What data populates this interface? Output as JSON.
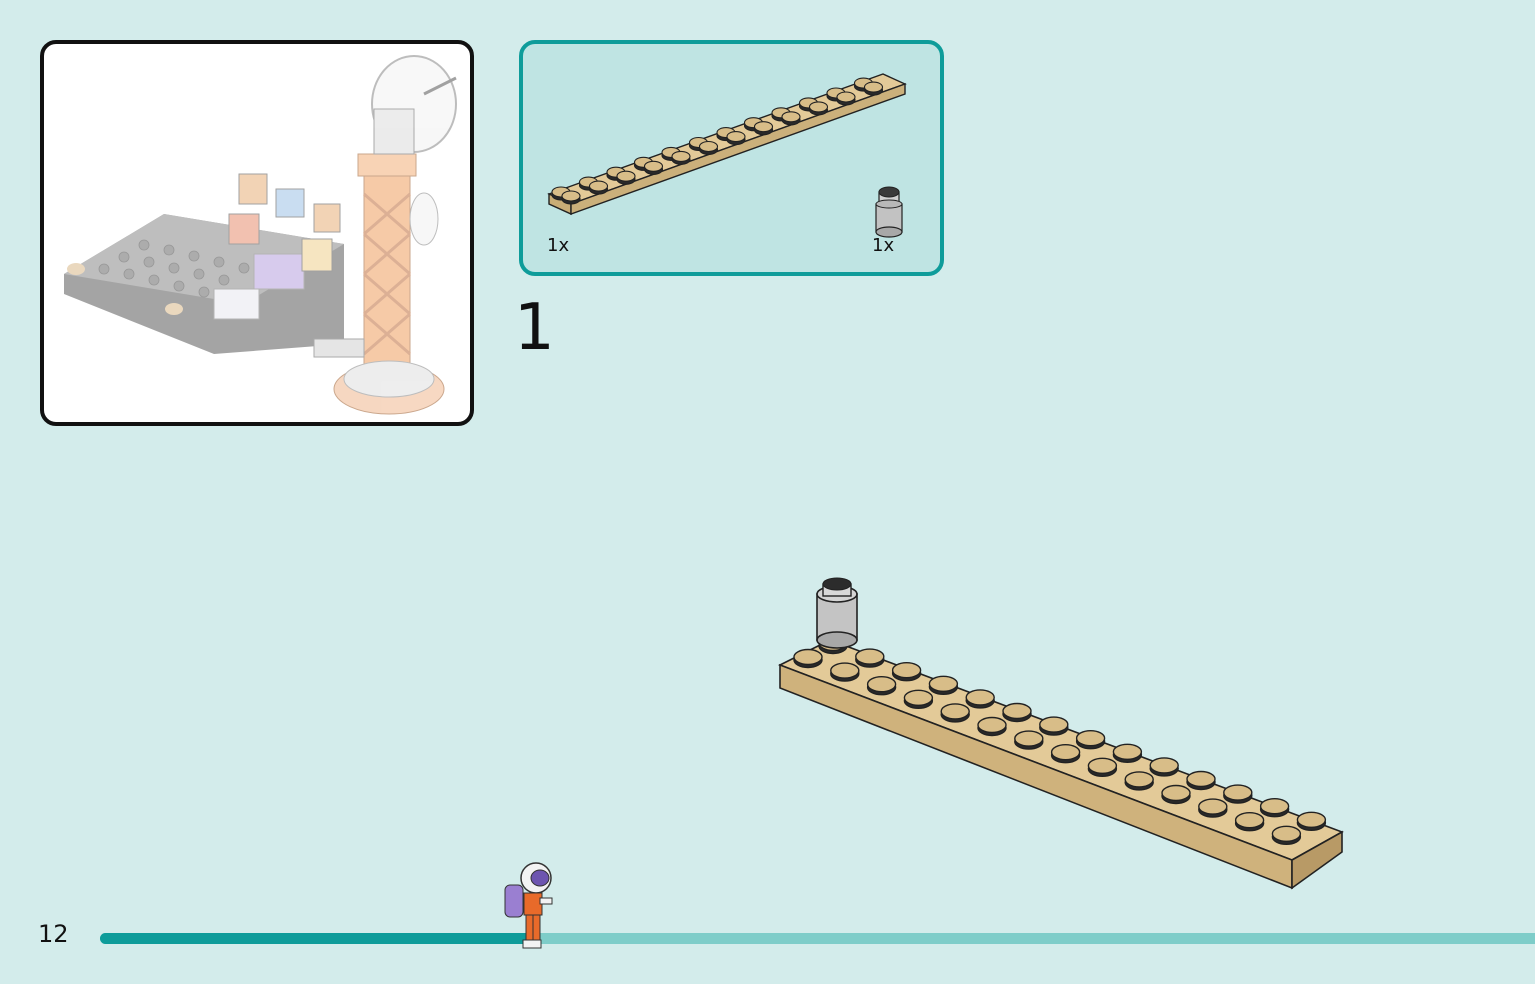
{
  "page": {
    "page_number": "12",
    "step_number": "1",
    "progress_fraction": 0.3,
    "background_color": "#d3eceb",
    "accent_color": "#0e9c9a"
  },
  "parts": [
    {
      "name": "tan-plate-2x12",
      "quantity": "1x",
      "color": "#d9c08f"
    },
    {
      "name": "gray-round-brick-1x1",
      "quantity": "1x",
      "color": "#b5b5b5"
    }
  ]
}
